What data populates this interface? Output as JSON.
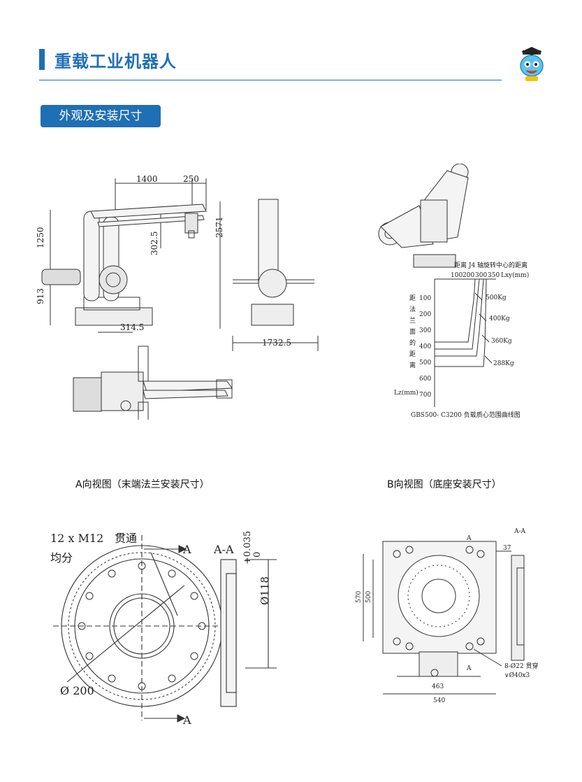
{
  "header": {
    "title": "重载工业机器人",
    "mascot_icon": "robot-mascot-icon"
  },
  "section": {
    "label": "外观及安装尺寸"
  },
  "robot_dims": {
    "d1400": "1400",
    "d250": "250",
    "d2571": "2571",
    "d1250": "1250",
    "d302_5": "302.5",
    "d913": "913",
    "d314_5": "314.5",
    "d1732_5": "1732.5"
  },
  "load_chart": {
    "x_header": "距离 J4 轴旋转中心的距离",
    "x_ticks": [
      "100",
      "200",
      "300",
      "350"
    ],
    "x_unit": "Lxy(mm)",
    "y_label_chars": [
      "距",
      "法",
      "兰",
      "面",
      "的",
      "距",
      "离"
    ],
    "y_ticks": [
      "100",
      "200",
      "300",
      "400",
      "500",
      "600",
      "700"
    ],
    "y_unit": "Lz(mm)",
    "curves": [
      "500Kg",
      "400Kg",
      "360Kg",
      "288Kg"
    ],
    "caption": "GBS500- C3200 负载质心范围曲线图"
  },
  "captions": {
    "view_a": "A向视图（末端法兰安装尺寸）",
    "view_b": "B向视图（底座安装尺寸）"
  },
  "flange": {
    "holes_label": "12 x M12",
    "through": "贯通",
    "evenly": "均分",
    "arrow_a_top": "A",
    "arrow_a_bottom": "A",
    "section_aa": "A-A",
    "dia_118": "Ø118",
    "tol_plus": "+0.035",
    "tol_zero": "0",
    "dia_200": "Ø 200"
  },
  "base": {
    "arrow_a_top": "A",
    "arrow_a_bottom": "A",
    "section_aa": "A-A",
    "d37": "37",
    "d570": "570",
    "d500": "500",
    "d463": "463",
    "d540": "540",
    "holes_note_1": "8-Ø22  贯穿",
    "holes_note_2": "∨Ø40x3"
  }
}
